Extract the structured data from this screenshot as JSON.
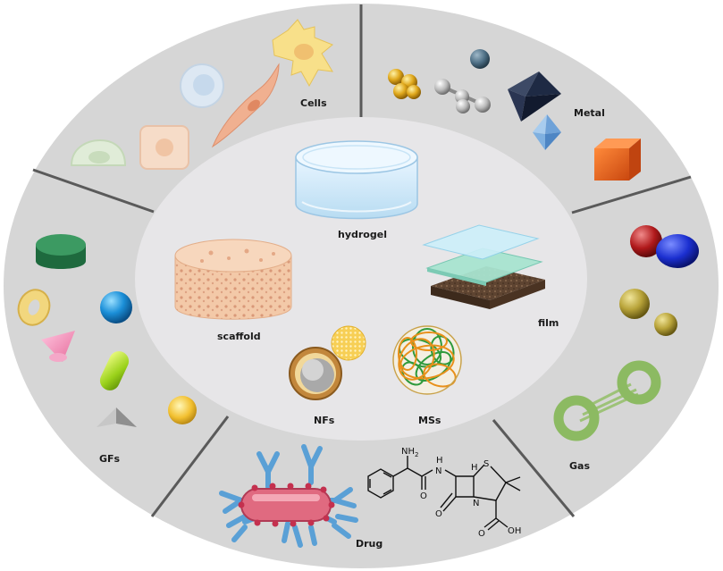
{
  "outer_ring": {
    "segments": {
      "cells": "Cells",
      "metal": "Metal",
      "gas": "Gas",
      "drug": "Drug",
      "gfs": "GFs"
    }
  },
  "inner_core": {
    "carriers": {
      "hydrogel": "hydrogel",
      "film": "film",
      "scaffold": "scaffold",
      "nfs": "NFs",
      "mss": "MSs"
    }
  },
  "drug_structure": {
    "nh2": "NH",
    "nh2_sub": "2",
    "nh": "H",
    "n_link": "N",
    "s": "S",
    "o1": "O",
    "o2": "O",
    "n_ring": "N",
    "h": "H",
    "oh": "OH",
    "o3": "O"
  },
  "colors": {
    "ring": "#d6d6d6",
    "core": "#e7e6e8",
    "divider": "#5a5a5a"
  }
}
